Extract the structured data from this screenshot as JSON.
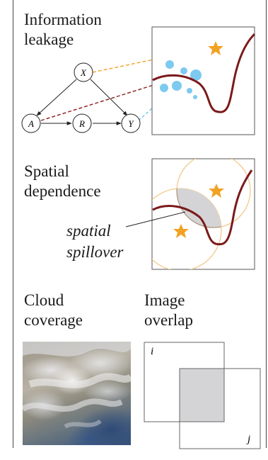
{
  "sections": {
    "info_leakage": {
      "title_line1": "Information",
      "title_line2": "leakage"
    },
    "spatial_dependence": {
      "title_line1": "Spatial",
      "title_line2": "dependence",
      "annotation_line1": "spatial",
      "annotation_line2": "spillover"
    },
    "cloud_coverage": {
      "title_line1": "Cloud",
      "title_line2": "coverage"
    },
    "image_overlap": {
      "title_line1": "Image",
      "title_line2": "overlap",
      "label_i": "i",
      "label_j": "j"
    }
  },
  "graph": {
    "nodes": {
      "X": "X",
      "A": "A",
      "R": "R",
      "Y": "Y"
    }
  },
  "colors": {
    "curve": "#7b1a1a",
    "star": "#f2a223",
    "bubble": "#7ccaf0",
    "circle_outline": "#f3c98a",
    "overlap_fill": "#d4d4d6",
    "dash_orange": "#f2a223",
    "dash_red": "#8b1a1a",
    "dash_blue": "#6fc7ee"
  },
  "icons": {
    "star": "star-icon",
    "satellite": "satellite-cloud-image"
  }
}
